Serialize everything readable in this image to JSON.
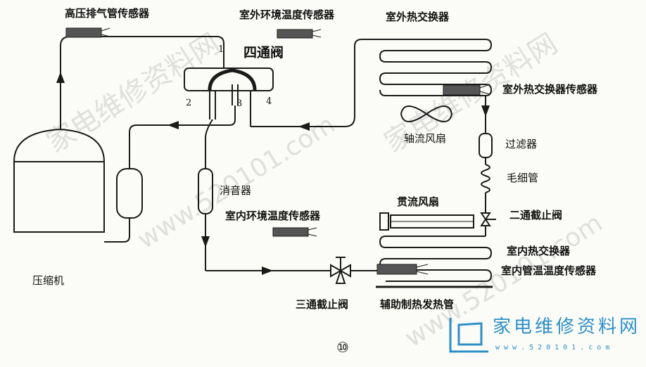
{
  "labels": {
    "high_pressure_sensor": "高压排气管传感器",
    "outdoor_ambient_sensor": "室外环境温度传感器",
    "outdoor_heat_exchanger": "室外热交换器",
    "four_way_valve": "四通阀",
    "port_1": "1",
    "port_2": "2",
    "port_3": "3",
    "port_4": "4",
    "outdoor_hx_sensor": "室外热交换器传感器",
    "axial_fan": "轴流风扇",
    "filter": "过滤器",
    "capillary": "毛细管",
    "muffler": "消音器",
    "cross_flow_fan": "贯流风扇",
    "indoor_ambient_sensor": "室内环境温度传感器",
    "two_way_valve": "二通截止阀",
    "indoor_heat_exchanger": "室内热交换器",
    "indoor_pipe_sensor": "室内管温温度传感器",
    "compressor": "压缩机",
    "three_way_valve": "三通截止阀",
    "aux_heater": "辅助制热发热管",
    "figure_number": "⑩"
  },
  "watermark": {
    "site_cn": "家电维修资料网",
    "site_url": "www.520101.com",
    "logo_cn": "家电维修资料网",
    "logo_url": "www.520101.com",
    "logo_color": "#2d8fc7"
  },
  "colors": {
    "line": "#1a1a1a",
    "sensor_fill": "#555555"
  }
}
